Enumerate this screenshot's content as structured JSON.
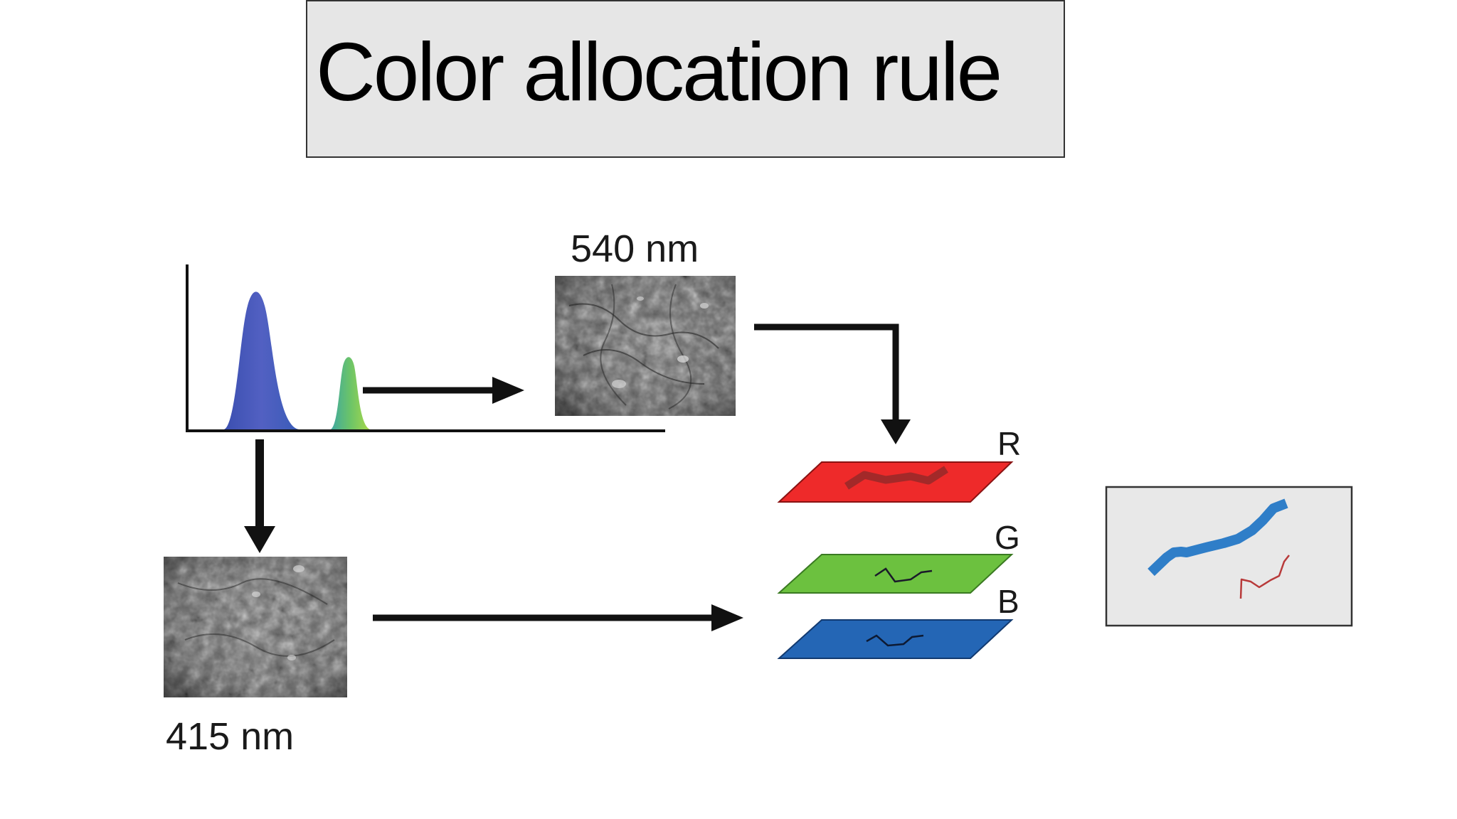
{
  "slide": {
    "title": "Color allocation rule"
  },
  "diagram": {
    "wavelength_top": "540 nm",
    "wavelength_bottom": "415 nm",
    "channels": [
      {
        "label": "R",
        "color": "#ee2a2a"
      },
      {
        "label": "G",
        "color": "#6cc13f"
      },
      {
        "label": "B",
        "color": "#2466b5"
      }
    ],
    "spectrum_colors": {
      "blue_peak": "#4a56b8",
      "green_peak": "#5fbf63"
    },
    "output_colors": {
      "thick_vessel": "#2f7ec8",
      "thin_vessel": "#b83a3a"
    }
  }
}
